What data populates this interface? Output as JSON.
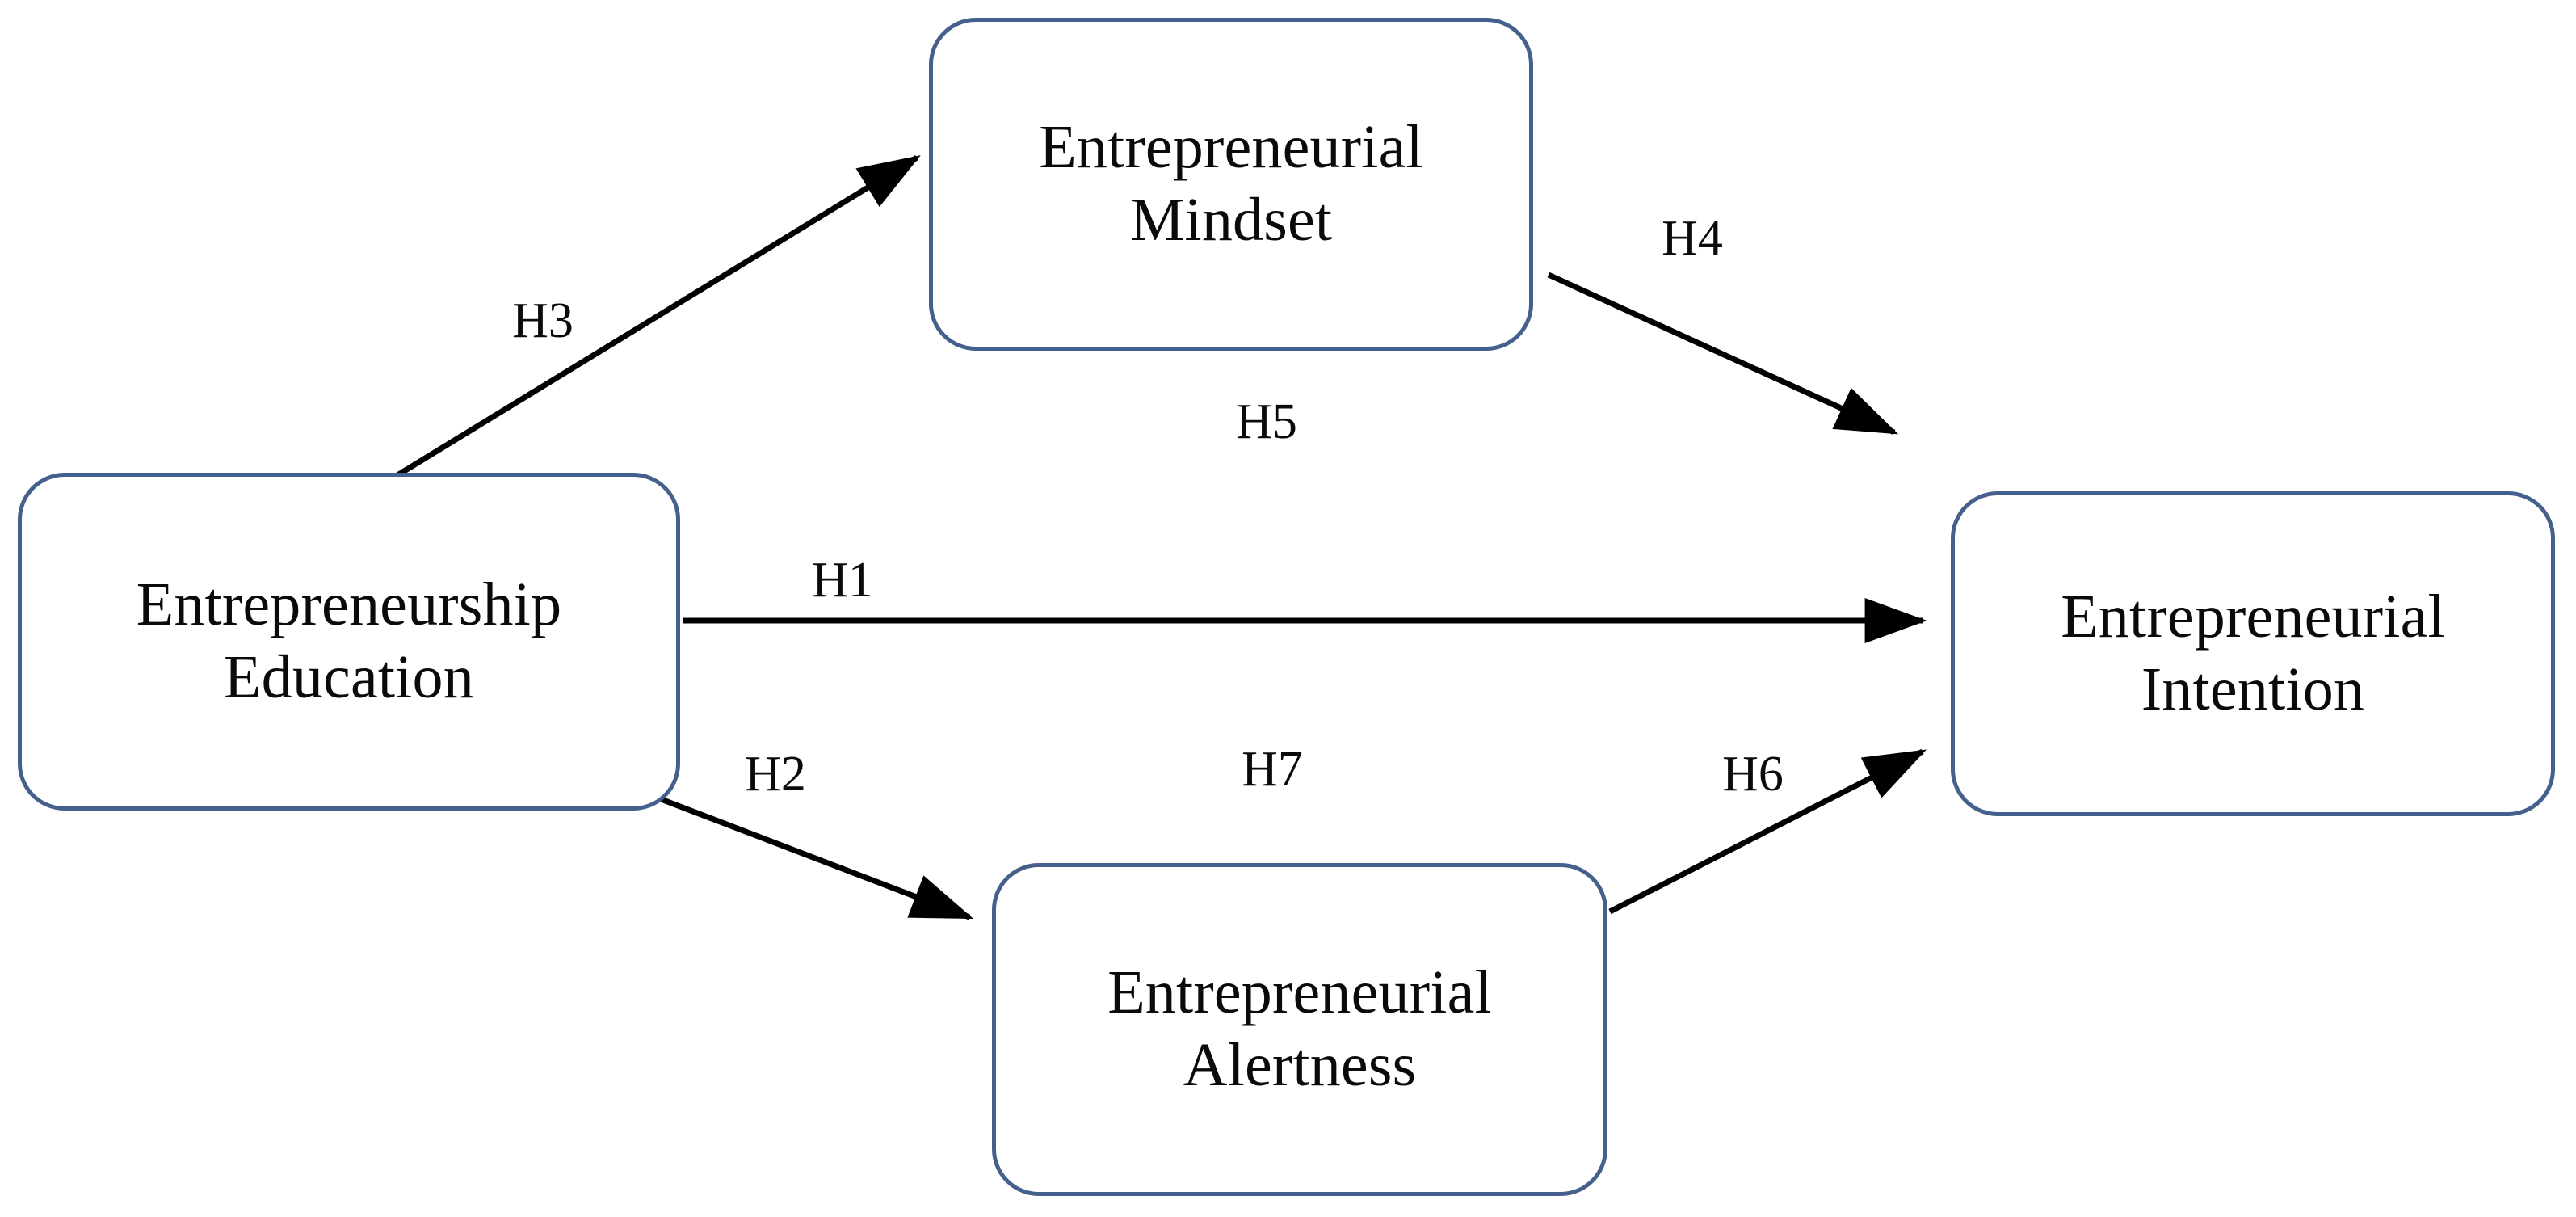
{
  "diagram": {
    "type": "conceptual-research-model",
    "background_color": "#ffffff",
    "box_border_color": "#45608C",
    "arrow_color": "#000000",
    "nodes": [
      {
        "id": "entrepreneurship-education",
        "label": "Entrepreneurship\nEducation",
        "line1": "Entrepreneurship",
        "line2": "Education",
        "role": "independent-variable",
        "position": "left"
      },
      {
        "id": "entrepreneurial-mindset",
        "label": "Entrepreneurial\nMindset",
        "line1": "Entrepreneurial",
        "line2": "Mindset",
        "role": "mediator",
        "position": "top-center"
      },
      {
        "id": "entrepreneurial-alertness",
        "label": "Entrepreneurial\nAlertness",
        "line1": "Entrepreneurial",
        "line2": "Alertness",
        "role": "mediator",
        "position": "bottom-center"
      },
      {
        "id": "entrepreneurial-intention",
        "label": "Entrepreneurial\nIntention",
        "line1": "Entrepreneurial",
        "line2": "Intention",
        "role": "dependent-variable",
        "position": "right"
      }
    ],
    "edges": [
      {
        "id": "h1",
        "label": "H1",
        "from": "entrepreneurship-education",
        "to": "entrepreneurial-intention",
        "style": "solid-arrow"
      },
      {
        "id": "h2",
        "label": "H2",
        "from": "entrepreneurship-education",
        "to": "entrepreneurial-alertness",
        "style": "solid-arrow"
      },
      {
        "id": "h3",
        "label": "H3",
        "from": "entrepreneurship-education",
        "to": "entrepreneurial-mindset",
        "style": "solid-arrow"
      },
      {
        "id": "h4",
        "label": "H4",
        "from": "entrepreneurial-mindset",
        "to": "entrepreneurial-intention",
        "style": "solid-arrow"
      },
      {
        "id": "h5",
        "label": "H5",
        "from": "entrepreneurship-education",
        "to": "entrepreneurial-intention",
        "via": "entrepreneurial-mindset",
        "style": "label-only-mediation"
      },
      {
        "id": "h6",
        "label": "H6",
        "from": "entrepreneurial-alertness",
        "to": "entrepreneurial-intention",
        "style": "solid-arrow"
      },
      {
        "id": "h7",
        "label": "H7",
        "from": "entrepreneurship-education",
        "to": "entrepreneurial-intention",
        "via": "entrepreneurial-alertness",
        "style": "label-only-mediation"
      }
    ]
  }
}
